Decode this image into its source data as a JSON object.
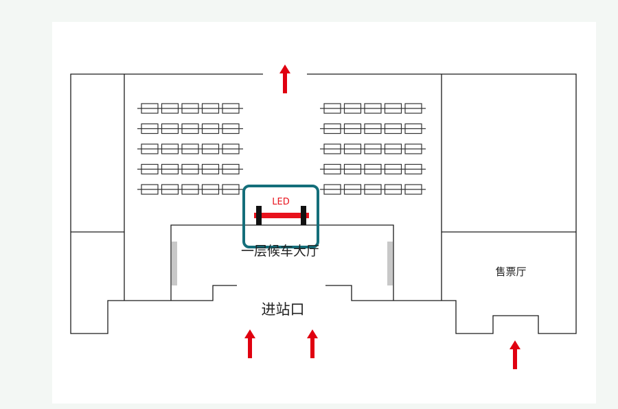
{
  "labels": {
    "led": "LED",
    "hall": "一层候车大厅",
    "entrance": "进站口",
    "ticket_hall": "售票厅"
  },
  "colors": {
    "arrow": "#e00010",
    "led_bar": "#e8121c",
    "highlight_box": "#146e7a",
    "door_panel": "#c8c8c8",
    "wall": "#1a1a1a"
  },
  "icons": {
    "arrow": "arrow-up-icon"
  },
  "seating": {
    "blocks": 2,
    "rows_per_block": 5,
    "seats_per_row": 5
  }
}
